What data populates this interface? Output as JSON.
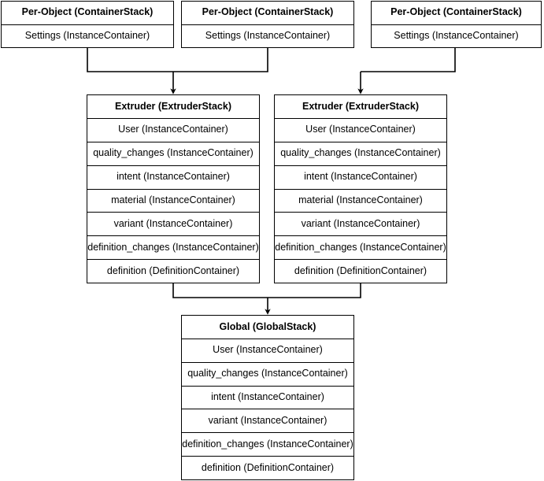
{
  "diagram": {
    "type": "container-stack-hierarchy",
    "stroke_color": "#000000",
    "background_color": "#ffffff",
    "nodes": [
      {
        "id": "po-0",
        "kind": "per-object",
        "header": "Per-Object (ContainerStack)",
        "rows": [
          "Settings (InstanceContainer)"
        ]
      },
      {
        "id": "po-1",
        "kind": "per-object",
        "header": "Per-Object (ContainerStack)",
        "rows": [
          "Settings (InstanceContainer)"
        ]
      },
      {
        "id": "po-2",
        "kind": "per-object",
        "header": "Per-Object (ContainerStack)",
        "rows": [
          "Settings (InstanceContainer)"
        ]
      },
      {
        "id": "ex-0",
        "kind": "extruder",
        "header": "Extruder (ExtruderStack)",
        "rows": [
          "User (InstanceContainer)",
          "quality_changes (InstanceContainer)",
          "intent (InstanceContainer)",
          "material (InstanceContainer)",
          "variant (InstanceContainer)",
          "definition_changes (InstanceContainer)",
          "definition (DefinitionContainer)"
        ]
      },
      {
        "id": "ex-1",
        "kind": "extruder",
        "header": "Extruder (ExtruderStack)",
        "rows": [
          "User (InstanceContainer)",
          "quality_changes (InstanceContainer)",
          "intent (InstanceContainer)",
          "material (InstanceContainer)",
          "variant (InstanceContainer)",
          "definition_changes (InstanceContainer)",
          "definition (DefinitionContainer)"
        ]
      },
      {
        "id": "gl-0",
        "kind": "global",
        "header": "Global (GlobalStack)",
        "rows": [
          "User (InstanceContainer)",
          "quality_changes (InstanceContainer)",
          "intent (InstanceContainer)",
          "variant (InstanceContainer)",
          "definition_changes (InstanceContainer)",
          "definition (DefinitionContainer)"
        ]
      }
    ],
    "edges": [
      {
        "id": "edge-po0-ex0",
        "from": "po-0",
        "to": "ex-0",
        "arrow": "down"
      },
      {
        "id": "edge-po1-ex0",
        "from": "po-1",
        "to": "ex-0",
        "arrow": "down"
      },
      {
        "id": "edge-po2-ex1",
        "from": "po-2",
        "to": "ex-1",
        "arrow": "down"
      },
      {
        "id": "edge-ex0-gl0",
        "from": "ex-0",
        "to": "gl-0",
        "arrow": "down"
      },
      {
        "id": "edge-ex1-gl0",
        "from": "ex-1",
        "to": "gl-0",
        "arrow": "down"
      }
    ]
  }
}
